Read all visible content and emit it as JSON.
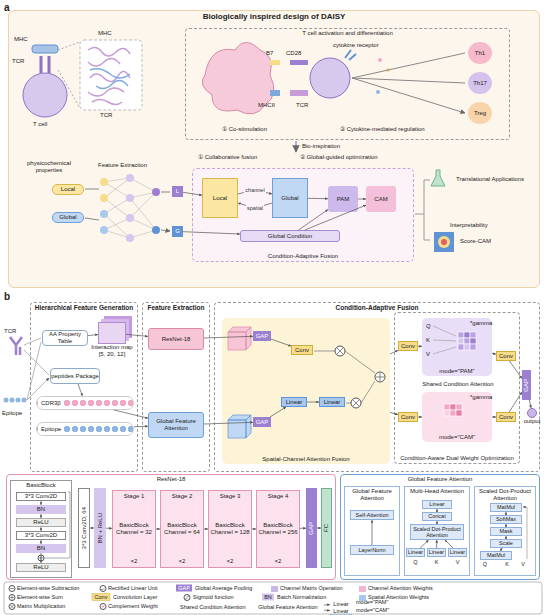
{
  "diagram": {
    "nodes": [
      {
        "text": [
          "Biologically inspired design of DAISY"
        ]
      },
      {
        "text": [
          "T cell activation and differentiation"
        ],
        "in": 0
      },
      {
        "text": [
          "Th1"
        ],
        "in": 1
      },
      {
        "text": [
          "Th17"
        ],
        "in": 1
      },
      {
        "text": [
          "Treg"
        ],
        "in": 1
      },
      {
        "text": [
          "Local"
        ],
        "in": 0
      },
      {
        "text": [
          "Global"
        ],
        "in": 0
      },
      {
        "text": [
          "L"
        ],
        "in": 0
      },
      {
        "text": [
          "G"
        ],
        "in": 0
      },
      {
        "text": [
          "Condition-Adaptive Fusion"
        ],
        "in": 0
      },
      {
        "text": [
          "Local"
        ],
        "in": 9
      },
      {
        "text": [
          "Global"
        ],
        "in": 9
      },
      {
        "text": [
          "PAM"
        ],
        "in": 9
      },
      {
        "text": [
          "CAM"
        ],
        "in": 9
      },
      {
        "text": [
          "Global Condition"
        ],
        "in": 9
      },
      {
        "text": [
          "Hierarchical Feature Generation"
        ]
      },
      {
        "text": [
          "AA Property Table"
        ],
        "in": 15
      },
      {
        "text": [
          "Interaction map",
          "[5, 20, 12]"
        ],
        "in": 15
      },
      {
        "text": [
          "peptides Package"
        ],
        "in": 15
      },
      {
        "text": [
          "CDR3β"
        ],
        "in": 15
      },
      {
        "text": [
          "Epitope"
        ],
        "in": 15
      },
      {
        "text": [
          "Feature Extraction"
        ]
      },
      {
        "text": [
          "ResNet-18"
        ],
        "in": 21
      },
      {
        "text": [
          "Global Feature Attention"
        ],
        "in": 21
      },
      {
        "text": [
          "Condition-Adaptive Fusion"
        ]
      },
      {
        "text": [
          "Spatial-Channel Attention Fusion"
        ],
        "in": 24
      },
      {
        "text": [
          "GAP"
        ],
        "in": 25
      },
      {
        "text": [
          "GAP"
        ],
        "in": 25
      },
      {
        "text": [
          "Conv"
        ],
        "in": 25
      },
      {
        "text": [
          "Linear"
        ],
        "in": 25
      },
      {
        "text": [
          "Linear"
        ],
        "in": 25
      },
      {
        "text": [
          "Condition-Aware Dual Weight Optimization"
        ],
        "in": 24
      },
      {
        "text": [
          "mode=\"PAM\""
        ],
        "in": 31
      },
      {
        "text": [
          "Conv"
        ],
        "in": 31
      },
      {
        "text": [
          "Conv"
        ],
        "in": 31
      },
      {
        "text": [
          "mode=\"CAM\""
        ],
        "in": 31
      },
      {
        "text": [
          "Conv"
        ],
        "in": 31
      },
      {
        "text": [
          "Conv"
        ],
        "in": 31
      },
      {
        "text": [
          "GAP"
        ],
        "in": 24
      },
      {
        "text": [
          "output"
        ],
        "in": 24
      },
      {
        "text": [
          "ResNet-18"
        ]
      },
      {
        "text": [
          "BasicBlock"
        ],
        "in": 40
      },
      {
        "text": [
          "3*3 Conv2D"
        ],
        "in": 41
      },
      {
        "text": [
          "BN"
        ],
        "in": 41
      },
      {
        "text": [
          "ReLU"
        ],
        "in": 41
      },
      {
        "text": [
          "3*3 Conv2D"
        ],
        "in": 41
      },
      {
        "text": [
          "BN"
        ],
        "in": 41
      },
      {
        "text": [
          "ReLU"
        ],
        "in": 41
      },
      {
        "text": [
          "3*3 Conv2D, 64"
        ],
        "in": 40
      },
      {
        "text": [
          "BN + ReLU"
        ],
        "in": 40
      },
      {
        "text": [
          "Stage 1",
          "BasicBlock Channel = 32",
          "×2"
        ],
        "in": 40
      },
      {
        "text": [
          "Stage 2",
          "BasicBlock Channel = 64",
          "×2"
        ],
        "in": 40
      },
      {
        "text": [
          "Stage 3",
          "BasicBlock Channel = 128",
          "×2"
        ],
        "in": 40
      },
      {
        "text": [
          "Stage 4",
          "BasicBlock Channel = 256",
          "×2"
        ],
        "in": 40
      },
      {
        "text": [
          "GAP"
        ],
        "in": 40
      },
      {
        "text": [
          "FC"
        ],
        "in": 40
      },
      {
        "text": [
          "Global Feature Attention"
        ]
      },
      {
        "text": [
          "Global Feature Attention"
        ],
        "in": 56
      },
      {
        "text": [
          "Self-Attention"
        ],
        "in": 57
      },
      {
        "text": [
          "LayerNorm"
        ],
        "in": 57
      },
      {
        "text": [
          "Multi-Head Attention"
        ],
        "in": 56
      },
      {
        "text": [
          "Linear"
        ],
        "in": 60
      },
      {
        "text": [
          "Concat"
        ],
        "in": 60
      },
      {
        "text": [
          "Scaled Dot-Product Attention"
        ],
        "in": 60
      },
      {
        "text": [
          "Linear"
        ],
        "in": 60
      },
      {
        "text": [
          "Linear"
        ],
        "in": 60
      },
      {
        "text": [
          "Linear"
        ],
        "in": 60
      },
      {
        "text": [
          "Scaled Dot-Product Attention"
        ],
        "in": 56
      },
      {
        "text": [
          "MatMul"
        ],
        "in": 67
      },
      {
        "text": [
          "SoftMax"
        ],
        "in": 67
      },
      {
        "text": [
          "Mask"
        ],
        "in": 67
      },
      {
        "text": [
          "Scale"
        ],
        "in": 67
      },
      {
        "text": [
          "MatMul"
        ],
        "in": 67
      },
      {
        "text": [
          "Global Feature Attention"
        ]
      },
      {
        "text": [
          "Linear"
        ]
      },
      {
        "text": [
          "Linear"
        ]
      }
    ],
    "edges": [
      {
        "from": 7,
        "to": 10,
        "arrow": "to"
      },
      {
        "from": 8,
        "to": 14,
        "arrow": "to"
      },
      {
        "from": 14,
        "to": 12,
        "arrow": "to"
      },
      {
        "from": 14,
        "to": 13,
        "arrow": "to"
      },
      {
        "from": 10,
        "to": 11,
        "label": "channel",
        "arrow": "to"
      },
      {
        "from": 11,
        "to": 10,
        "label": "spatial",
        "arrow": "to"
      },
      {
        "from": 11,
        "to": 12,
        "arrow": "to"
      },
      {
        "from": 12,
        "to": 13,
        "arrow": "to"
      },
      {
        "from": 16,
        "to": 17,
        "arrow": "to"
      },
      {
        "from": 17,
        "to": 22,
        "arrow": "to"
      },
      {
        "from": 18,
        "to": 19,
        "arrow": "to"
      },
      {
        "from": 19,
        "to": 23,
        "arrow": "to"
      },
      {
        "from": 20,
        "to": 23,
        "arrow": "to"
      },
      {
        "from": 22,
        "to": 26,
        "arrow": "to"
      },
      {
        "from": 23,
        "to": 27,
        "arrow": "to"
      },
      {
        "from": 26,
        "to": 28,
        "arrow": "to"
      },
      {
        "from": 27,
        "to": 29,
        "arrow": "to"
      },
      {
        "from": 29,
        "to": 30,
        "arrow": "to"
      },
      {
        "from": 25,
        "to": 33,
        "arrow": "to"
      },
      {
        "from": 25,
        "to": 36,
        "arrow": "to"
      },
      {
        "from": 33,
        "to": 32,
        "arrow": "to"
      },
      {
        "from": 32,
        "to": 34,
        "arrow": "to"
      },
      {
        "from": 36,
        "to": 35,
        "arrow": "to"
      },
      {
        "from": 35,
        "to": 37,
        "arrow": "to"
      },
      {
        "from": 34,
        "to": 38,
        "arrow": "to"
      },
      {
        "from": 37,
        "to": 38,
        "arrow": "to"
      },
      {
        "from": 38,
        "to": 39,
        "arrow": "to"
      },
      {
        "from": 42,
        "to": 43,
        "arrow": "to"
      },
      {
        "from": 43,
        "to": 44,
        "arrow": "to"
      },
      {
        "from": 44,
        "to": 45,
        "arrow": "to"
      },
      {
        "from": 45,
        "to": 46,
        "arrow": "to"
      },
      {
        "from": 46,
        "to": 47,
        "arrow": "to"
      },
      {
        "from": 48,
        "to": 49,
        "arrow": "to"
      },
      {
        "from": 49,
        "to": 50,
        "arrow": "to"
      },
      {
        "from": 50,
        "to": 51,
        "arrow": "to"
      },
      {
        "from": 51,
        "to": 52,
        "arrow": "to"
      },
      {
        "from": 52,
        "to": 53,
        "arrow": "to"
      },
      {
        "from": 53,
        "to": 54,
        "arrow": "to"
      },
      {
        "from": 54,
        "to": 55,
        "arrow": "to"
      },
      {
        "from": 59,
        "to": 58,
        "arrow": "to"
      },
      {
        "from": 64,
        "to": 63,
        "arrow": "to"
      },
      {
        "from": 65,
        "to": 63,
        "arrow": "to"
      },
      {
        "from": 66,
        "to": 63,
        "arrow": "to"
      },
      {
        "from": 63,
        "to": 62,
        "arrow": "to"
      },
      {
        "from": 62,
        "to": 61,
        "arrow": "to"
      },
      {
        "from": 72,
        "to": 71,
        "arrow": "to"
      },
      {
        "from": 71,
        "to": 70,
        "arrow": "to"
      },
      {
        "from": 70,
        "to": 69,
        "arrow": "to"
      },
      {
        "from": 69,
        "to": 68,
        "arrow": "to"
      },
      {
        "from": 73,
        "to": 74,
        "arrow": "to"
      },
      {
        "from": 73,
        "to": 75,
        "arrow": "to"
      }
    ],
    "labels": [
      "a",
      "MHC",
      "TCR",
      "T cell",
      "MHC",
      "TCR",
      "cytokine receptor",
      "B7",
      "CD28",
      "MHCII",
      "TCR",
      "① Co-stimulation",
      "② Cytokine-mediated regulation",
      "Bio-inspiration",
      "physicochemical properties",
      "Feature Extraction",
      "① Collaborative fusion",
      "② Global-guided optimization",
      "Translational Applications",
      "Interpretability",
      "Score-CAM",
      "b",
      "TCR",
      "Epitope",
      "Q",
      "K",
      "V",
      "*gamma",
      "Shared Condition Attention",
      "*gamma",
      "Q",
      "K",
      "V",
      "Q",
      "K",
      "V",
      "GAP",
      "Conv",
      "BN",
      "Shared Condition Attention",
      "mode=\"PAM\"",
      "mode=\"CAM\""
    ],
    "legend": [
      {
        "text": "Element-wise Subtraction"
      },
      {
        "text": "Rectified Linear Unit"
      },
      {
        "text": "Global Average Pooling"
      },
      {
        "text": "Channel Matrix Operation",
        "color": "#c9b8e6"
      },
      {
        "text": "Channel Attention Weights",
        "color": "#f3b6d2"
      },
      {
        "text": "Element-wise Sum"
      },
      {
        "text": "Convolution Layer"
      },
      {
        "text": "Sigmoid function"
      },
      {
        "text": "Batch Normalization"
      },
      {
        "text": "Spatial Attention Weights",
        "color": "#a9c8ee"
      },
      {
        "text": "Matrix Multiplication"
      },
      {
        "text": "Complement Weight"
      }
    ]
  }
}
